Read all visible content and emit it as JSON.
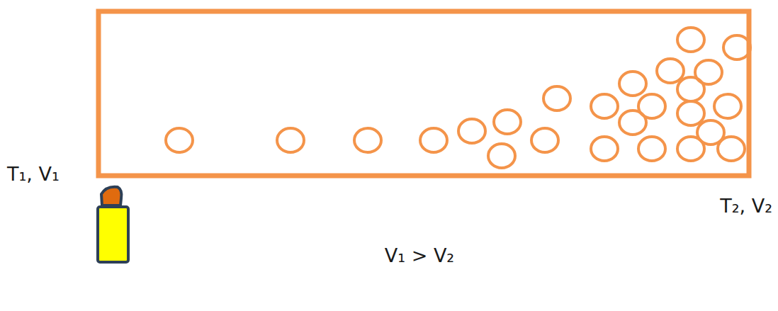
{
  "diagram": {
    "labels": [
      "T₁, V₁",
      "T₂, V₂",
      "V₁ > V₂"
    ]
  }
}
